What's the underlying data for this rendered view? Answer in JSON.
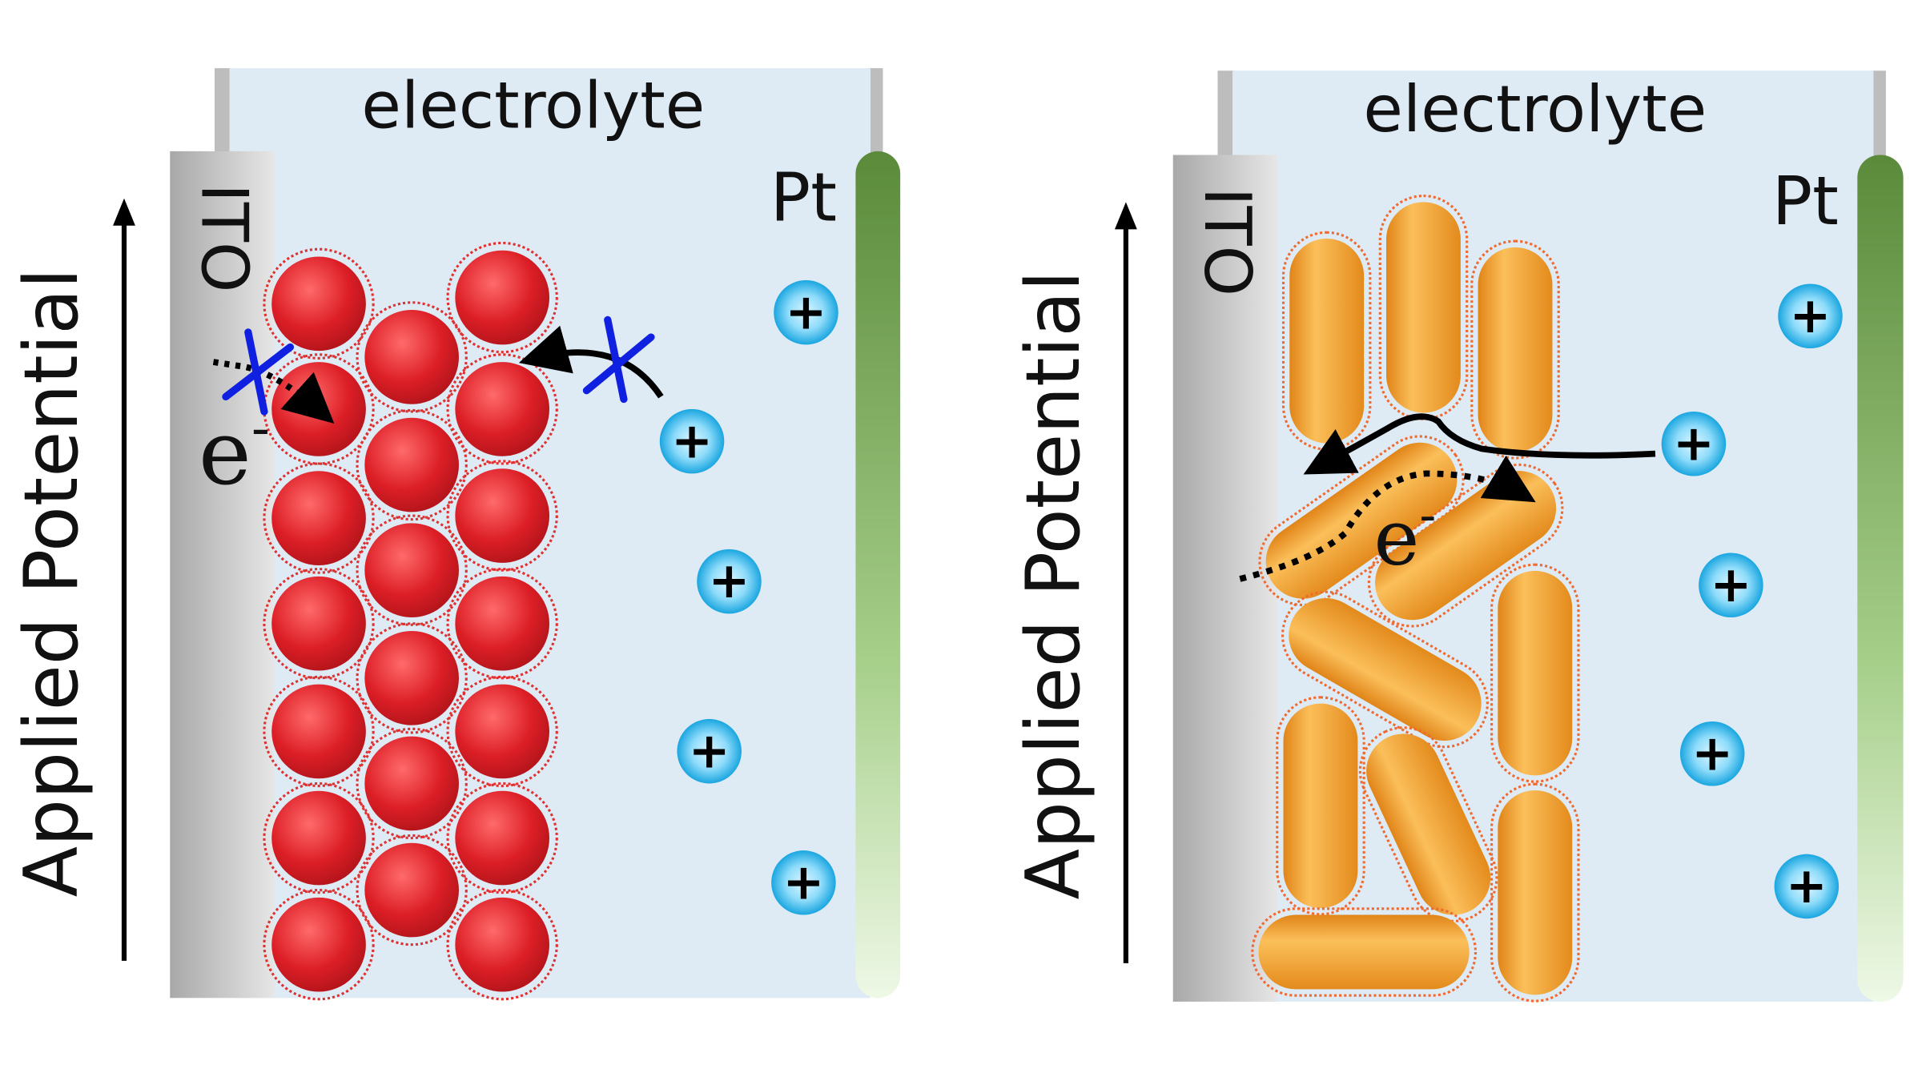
{
  "panels": [
    {
      "id": "spheres",
      "electrolyte_label": "electrolyte",
      "electrode_left_label": "ITO",
      "electrode_right_label": "Pt",
      "axis_label": "Applied Potential",
      "electron_label": "e",
      "electron_sup": "-",
      "ion_symbol": "+",
      "particle_shape": "sphere",
      "particle_color": "#d8202a"
    },
    {
      "id": "rods",
      "electrolyte_label": "electrolyte",
      "electrode_left_label": "ITO",
      "electrode_right_label": "Pt",
      "axis_label": "Applied Potential",
      "electron_label": "e",
      "electron_sup": "-",
      "ion_symbol": "+",
      "particle_shape": "rod",
      "particle_color": "#f0a030"
    }
  ],
  "colors": {
    "electrolyte": "#deeaf4",
    "pt_dark": "#5a8a3a",
    "pt_light": "#e8f5de",
    "ion": "#29b6ea",
    "blocked_mark": "#1020e0"
  }
}
